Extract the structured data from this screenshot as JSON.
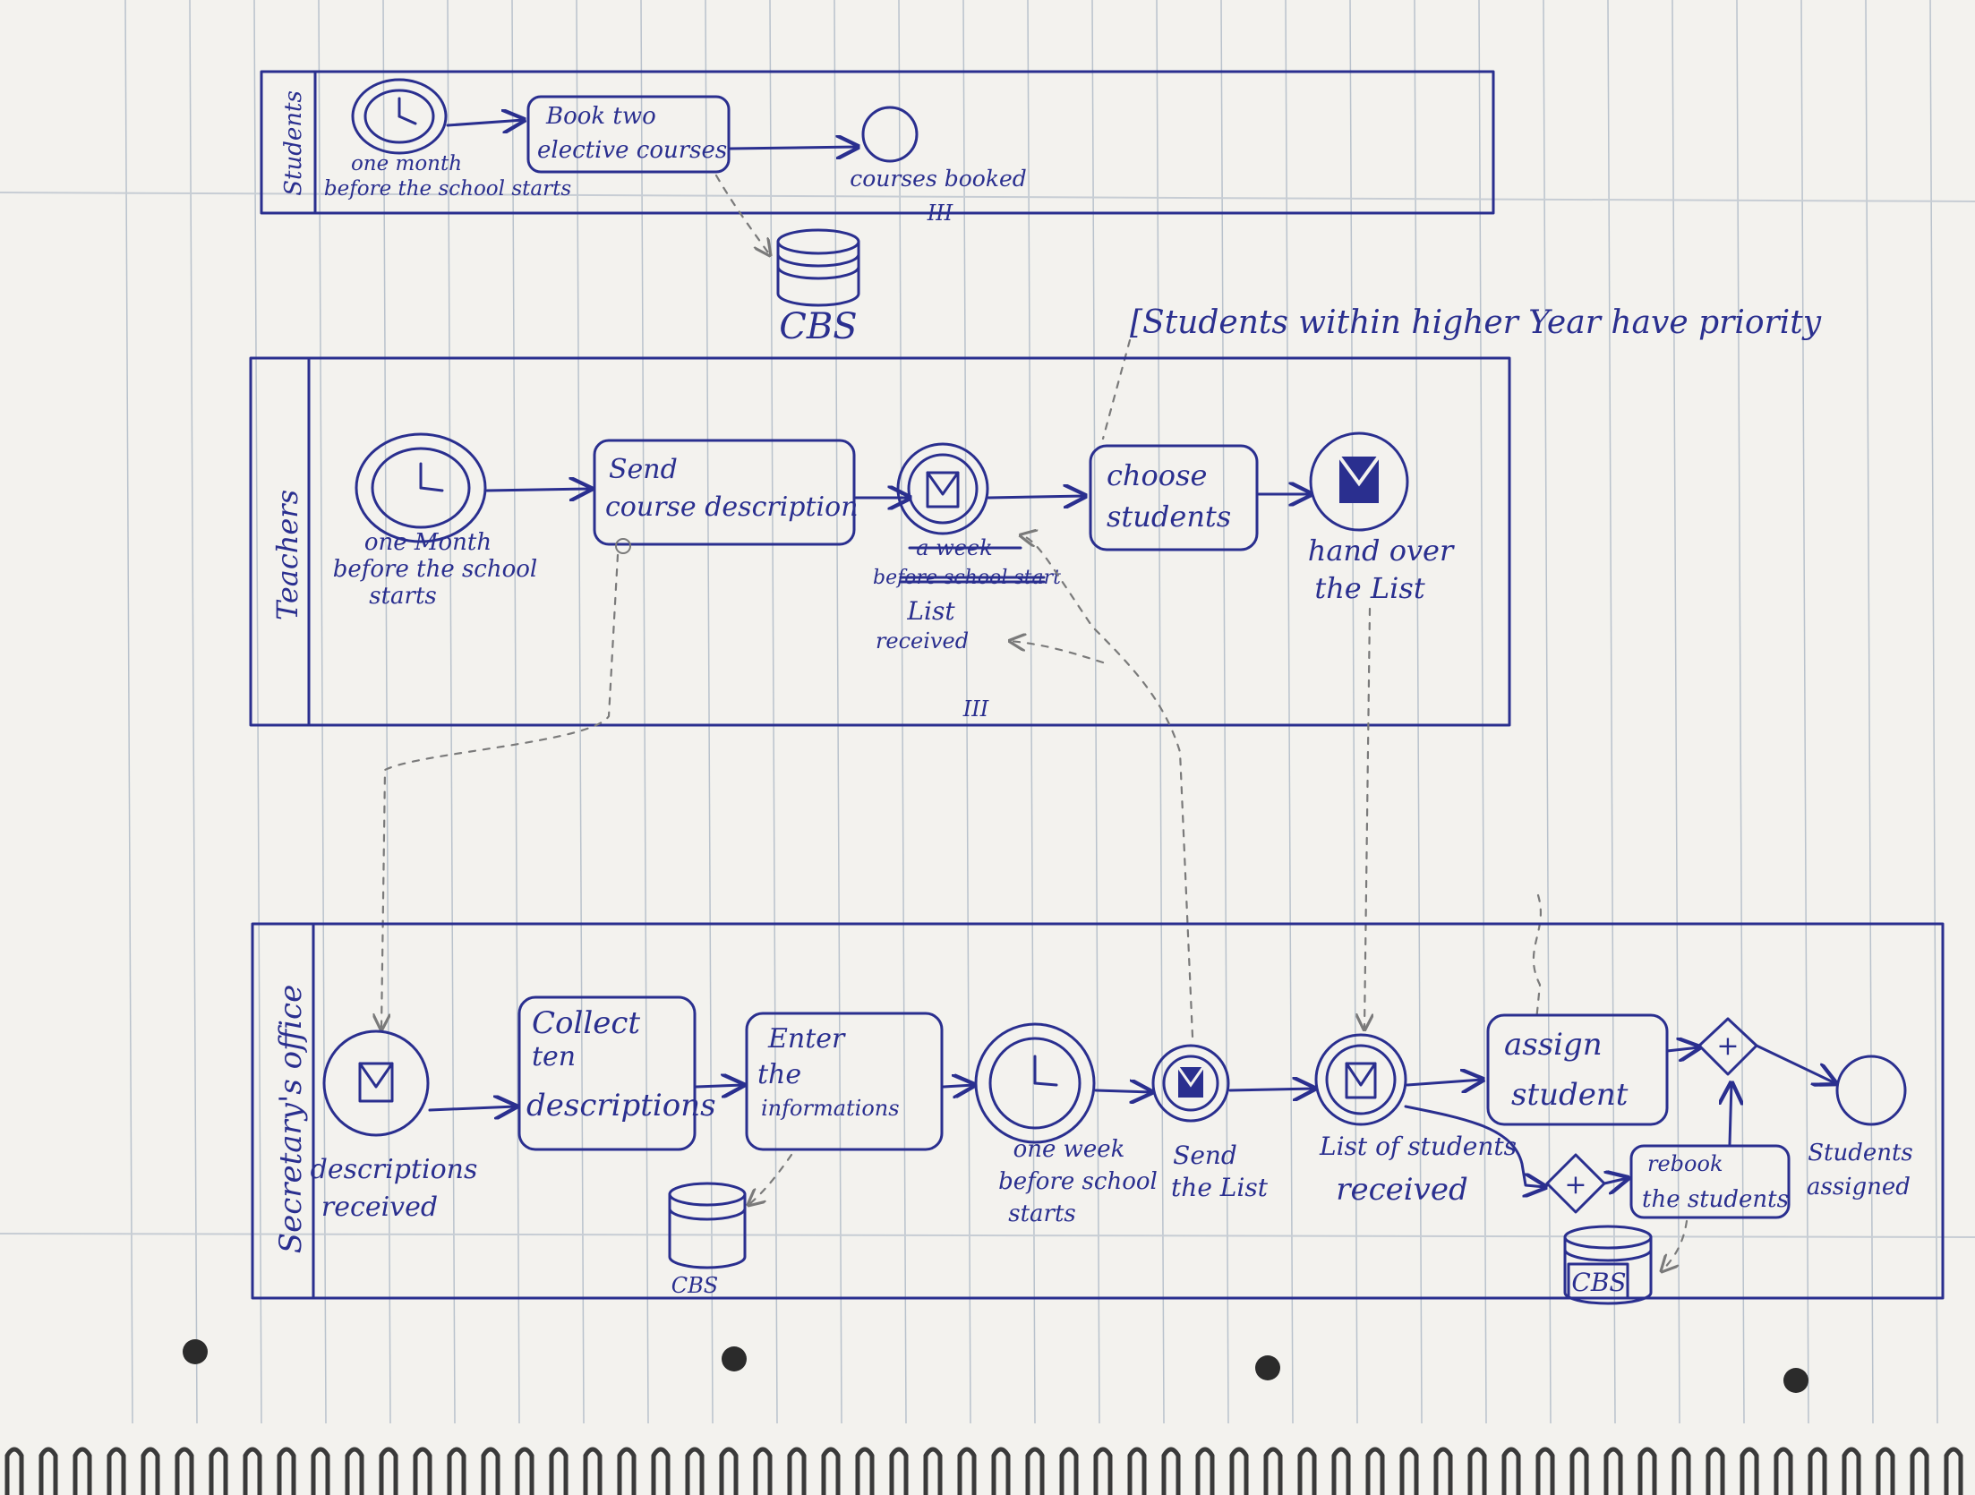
{
  "lanes": {
    "students": {
      "label": "Students"
    },
    "teachers": {
      "label": "Teachers"
    },
    "secretary": {
      "label": "Secretary's office"
    }
  },
  "students_lane": {
    "start_event": [
      "one month",
      "before the school starts"
    ],
    "task_book": [
      "Book two",
      "elective courses"
    ],
    "end_event": "courses booked",
    "multi_marker": "III"
  },
  "datastores": {
    "cbs_top": "CBS",
    "cbs_enter": "CBS",
    "cbs_rebook": "CBS"
  },
  "teachers_lane": {
    "start_event": [
      "one Month",
      "before the school",
      "starts"
    ],
    "task_send": [
      "Send",
      "course description"
    ],
    "catch_event_struck": [
      "a week",
      "before school start"
    ],
    "catch_event": [
      "List",
      "received"
    ],
    "task_choose": [
      "choose",
      "students"
    ],
    "end_event": [
      "hand over",
      "the List"
    ],
    "multi_marker": "III"
  },
  "annotation": "[Students within higher Year have priority",
  "secretary_lane": {
    "start_event": [
      "descriptions",
      "received"
    ],
    "task_collect": [
      "Collect",
      "ten",
      "descriptions"
    ],
    "task_enter": [
      "Enter",
      "the",
      "informations"
    ],
    "timer_event": [
      "one week",
      "before school",
      "starts"
    ],
    "throw_event": [
      "Send",
      "the List"
    ],
    "catch_event": [
      "List of students",
      "received"
    ],
    "task_assign": [
      "assign",
      "student"
    ],
    "task_rebook": [
      "rebook",
      "the students"
    ],
    "gateway_symbol": "+",
    "end_event": [
      "Students",
      "assigned"
    ]
  },
  "colors": {
    "ink": "#2a2f8f",
    "pencil": "#7a7a7a",
    "paper": "#f3f2ee",
    "ruled_lines": "#b9c2cc"
  }
}
